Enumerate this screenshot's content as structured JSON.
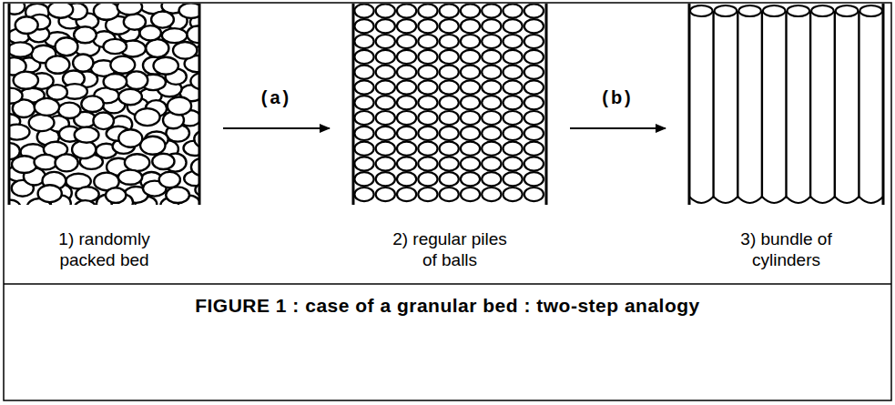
{
  "diagram": {
    "caption": "FIGURE 1 : case of a granular bed : two-step analogy",
    "nodes": [
      {
        "text": [
          "1) randomly packed bed"
        ]
      },
      {
        "text": [
          "2) regular piles of balls"
        ]
      },
      {
        "text": [
          "3) bundle of cylinders"
        ]
      }
    ],
    "edges": [
      {
        "from": 0,
        "to": 1,
        "label": "(a)",
        "arrow": "to"
      },
      {
        "from": 1,
        "to": 2,
        "label": "(b)",
        "arrow": "to"
      }
    ]
  }
}
